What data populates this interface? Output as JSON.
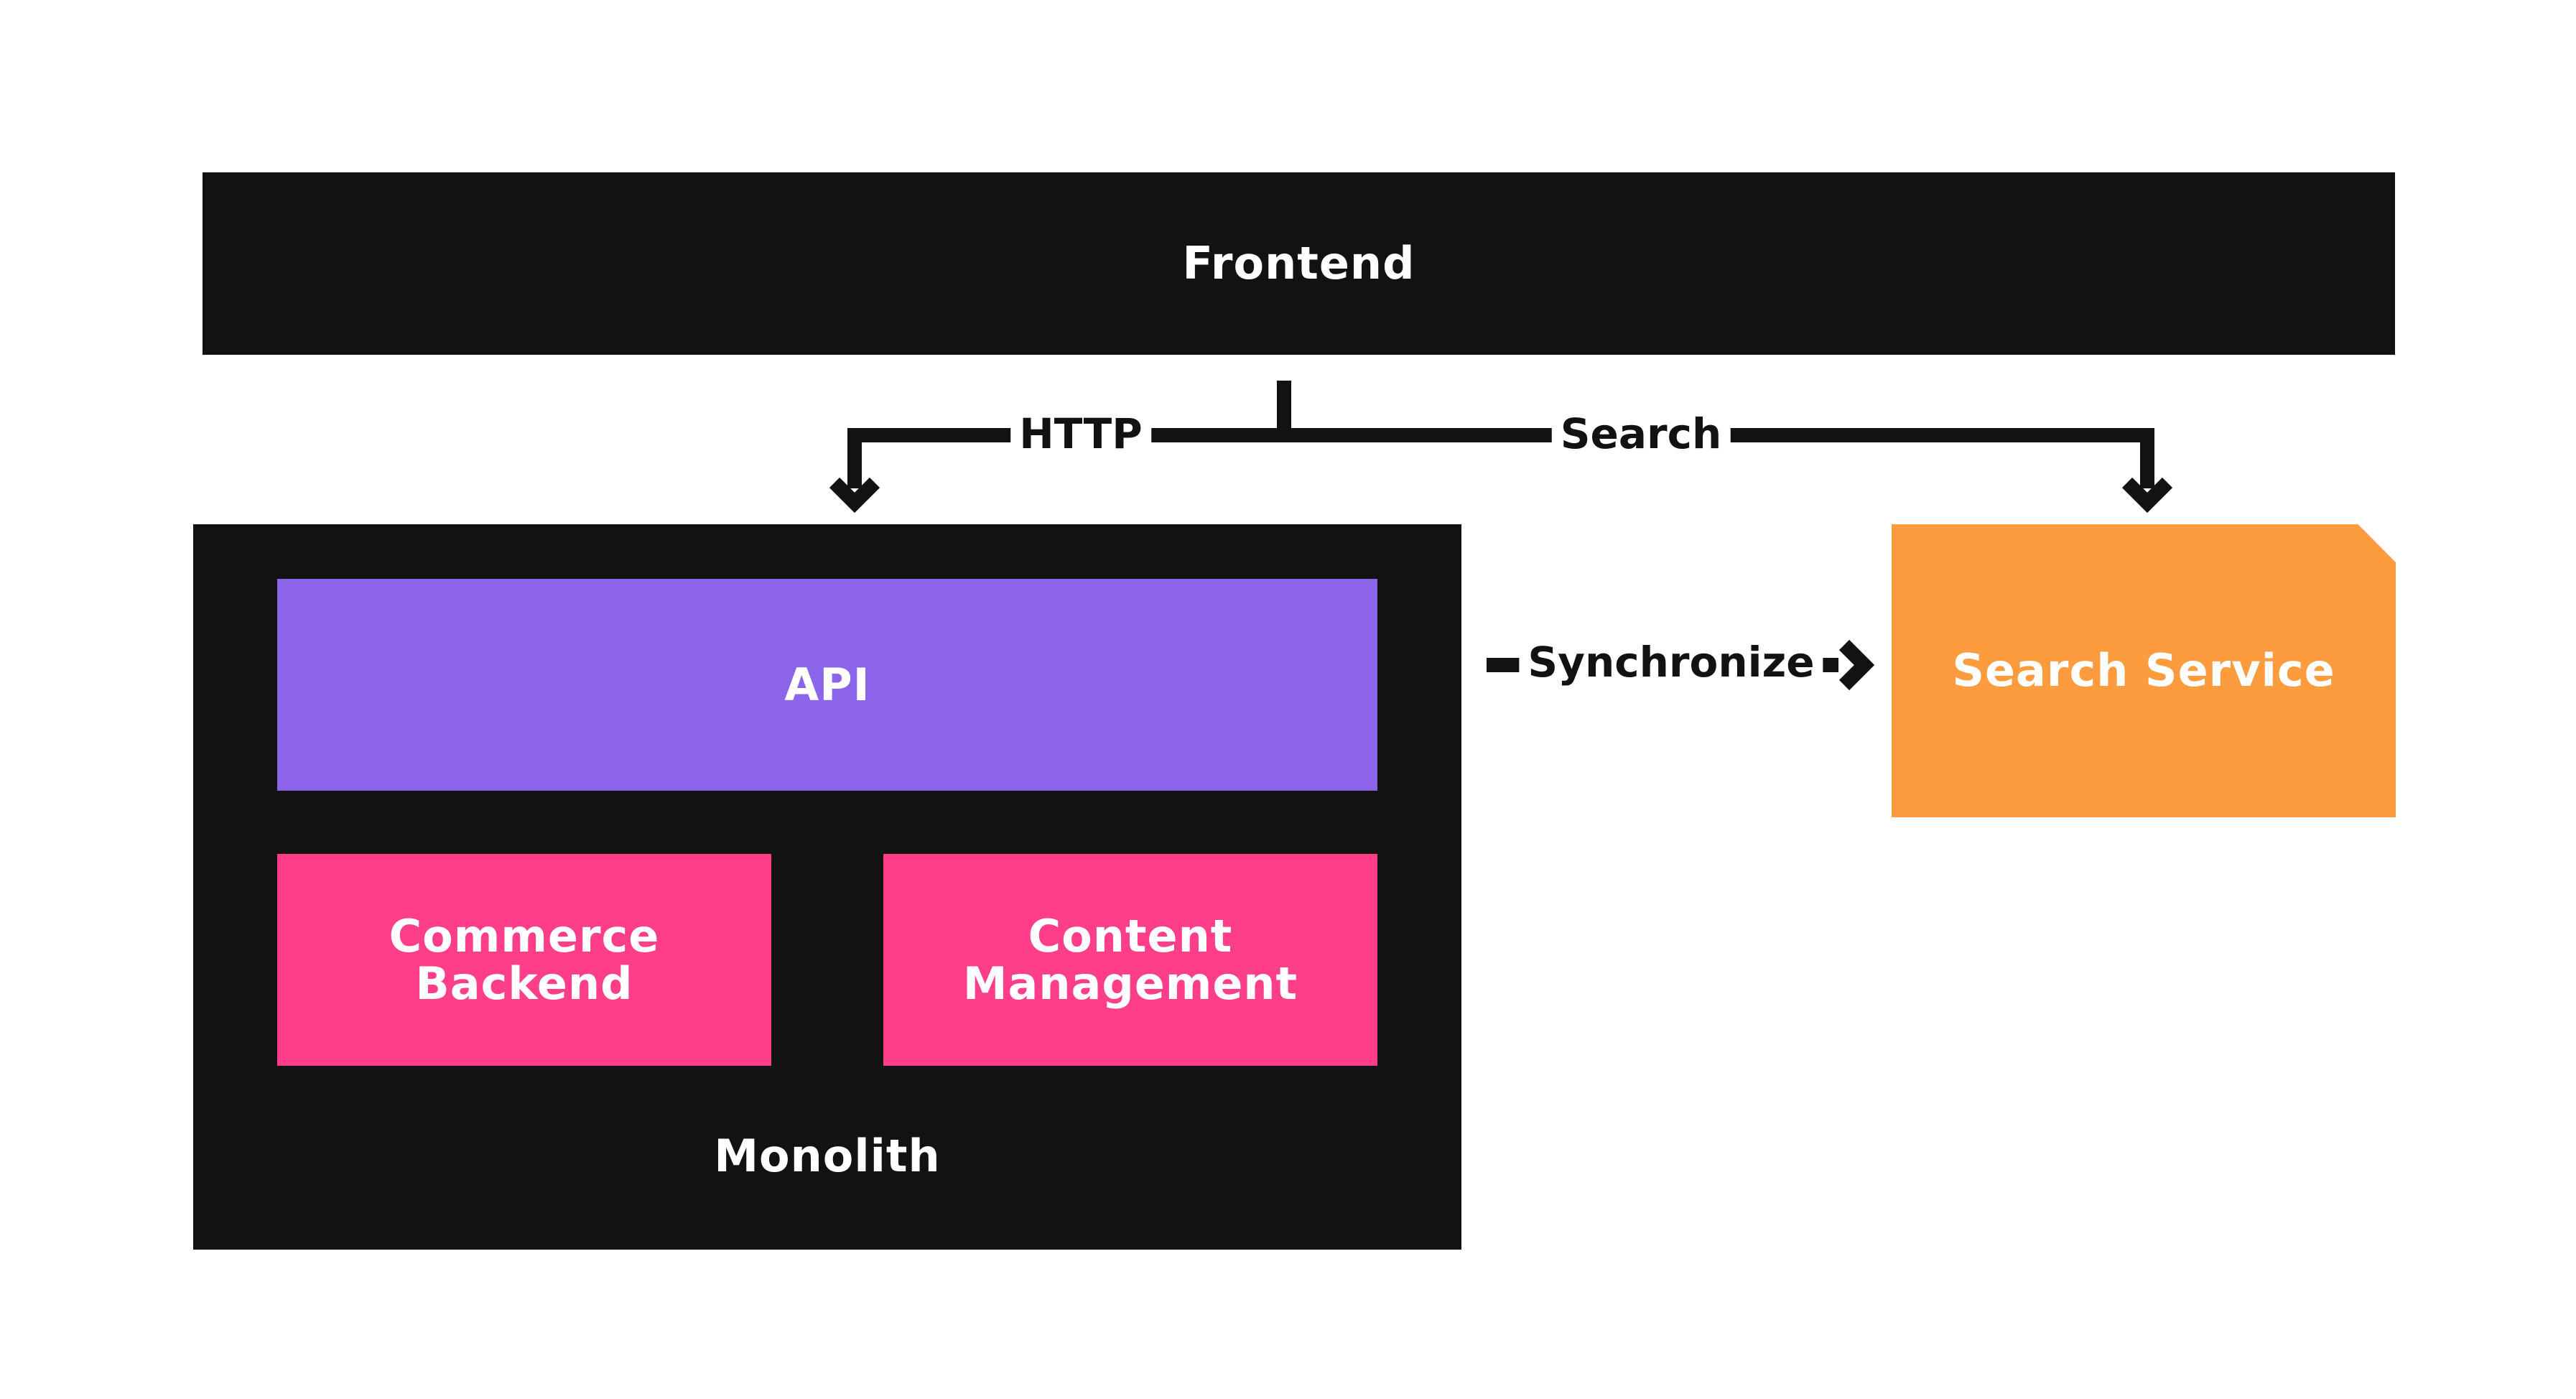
{
  "nodes": {
    "frontend": {
      "label": "Frontend",
      "color": "#121212"
    },
    "monolith": {
      "label": "Monolith",
      "color": "#121212"
    },
    "api": {
      "label": "API",
      "color": "#8b64e9"
    },
    "commerce_backend": {
      "label": "Commerce\nBackend",
      "color": "#ff3e8a"
    },
    "content_management": {
      "label": "Content\nManagement",
      "color": "#ff3e8a"
    },
    "search_service": {
      "label": "Search Service",
      "color": "#fd9c3e"
    }
  },
  "edges": {
    "http": {
      "label": "HTTP",
      "from": "frontend",
      "to": "api"
    },
    "search": {
      "label": "Search",
      "from": "frontend",
      "to": "search_service"
    },
    "synchronize": {
      "label": "Synchronize",
      "from": "monolith",
      "to": "search_service"
    }
  }
}
